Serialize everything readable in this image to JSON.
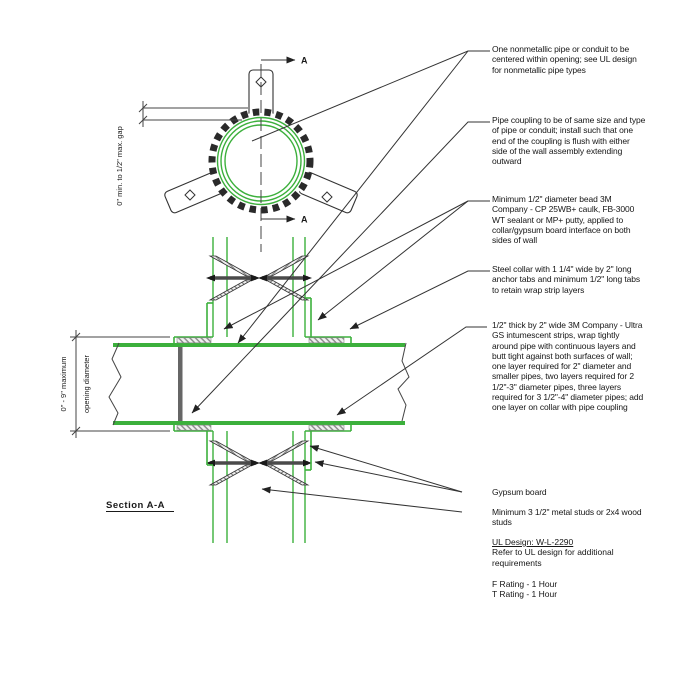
{
  "top_view": {
    "section_marker_top": "A",
    "section_marker_bottom": "A",
    "gap_note": "0\" min. to 1/2\" max. gap"
  },
  "section_view": {
    "title": "Section A-A",
    "opening_note_line1": "0\" - 9\" maximum",
    "opening_note_line2": "opening diameter"
  },
  "callouts": [
    {
      "text": "One nonmetallic pipe or conduit to be centered within opening; see UL design for nonmetallic pipe types"
    },
    {
      "text": "Pipe coupling to be of same size and type of pipe or conduit; install such that one end of the coupling is flush with either side of the wall assembly extending outward"
    },
    {
      "text": "Minimum 1/2\" diameter bead 3M Company - CP 25WB+ caulk, FB-3000 WT sealant or MP+ putty, applied to collar/gypsum board interface on both sides of wall"
    },
    {
      "text": "Steel collar with 1 1/4\" wide by 2\" long anchor tabs and minimum 1/2\" long tabs to retain wrap strip layers"
    },
    {
      "text": "1/2\" thick by 2\" wide 3M Company - Ultra GS intumescent strips, wrap tightly around pipe with continuous layers and butt tight against both surfaces of wall; one layer required for 2\" diameter and smaller pipes, two layers required for 2 1/2\"-3\" diameter pipes, three layers required for 3 1/2\"-4\" diameter pipes; add one layer on collar with pipe coupling"
    },
    {
      "text": "Gypsum board"
    },
    {
      "text": "Minimum 3 1/2\" metal studs or 2x4 wood studs"
    }
  ],
  "notes": {
    "ul_design": "UL Design: W-L-2290",
    "ul_refer": "Refer to UL design for additional requirements",
    "f_rating": "F Rating - 1 Hour",
    "t_rating": "T Rating - 1 Hour"
  },
  "colors": {
    "drawing_green": "#3cb03c",
    "line_dark": "#333333",
    "stud_gray": "#4a4a4a",
    "hatch_gray": "#8a8a8a"
  }
}
